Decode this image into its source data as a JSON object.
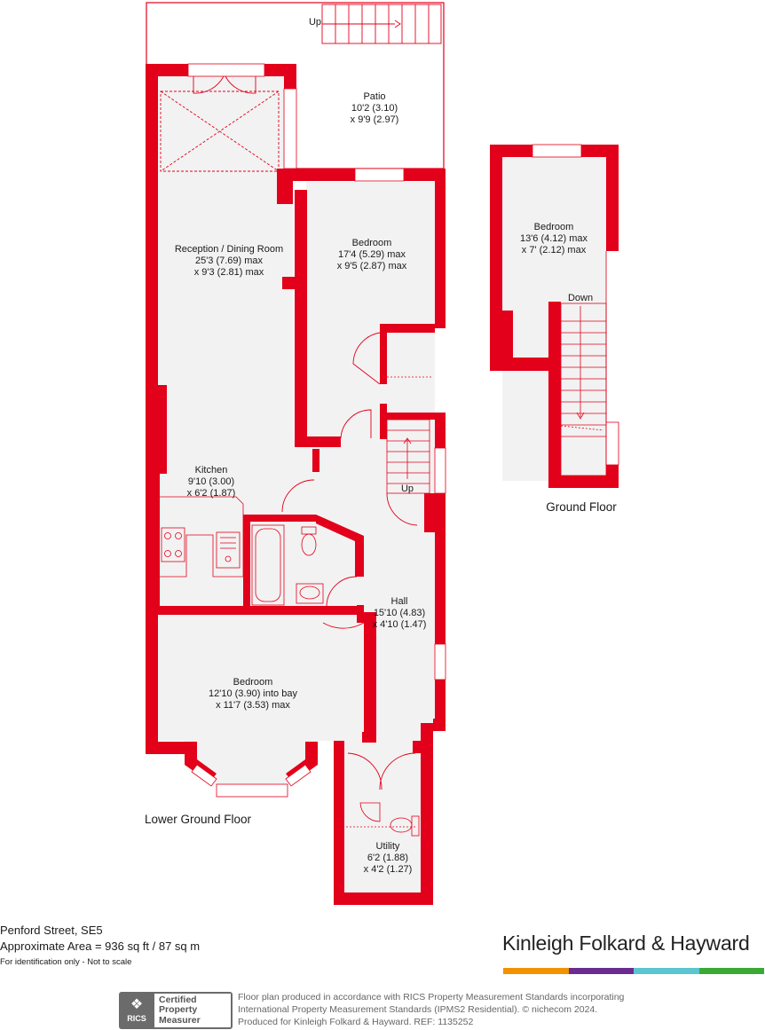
{
  "colors": {
    "wall": "#e2001a",
    "floor": "#f2f2f2",
    "fixture": "#e2001a"
  },
  "lower_ground": {
    "floor_label": "Lower Ground Floor",
    "patio": {
      "name": "Patio",
      "dim1": "10'2 (3.10)",
      "dim2": "x 9'9 (2.97)"
    },
    "reception": {
      "name": "Reception / Dining Room",
      "dim1": "25'3 (7.69) max",
      "dim2": "x 9'3 (2.81) max"
    },
    "bedroom_rear": {
      "name": "Bedroom",
      "dim1": "17'4 (5.29) max",
      "dim2": "x 9'5 (2.87) max"
    },
    "kitchen": {
      "name": "Kitchen",
      "dim1": "9'10 (3.00)",
      "dim2": "x 6'2 (1.87)"
    },
    "hall": {
      "name": "Hall",
      "dim1": "15'10 (4.83)",
      "dim2": "x 4'10 (1.47)"
    },
    "bedroom_front": {
      "name": "Bedroom",
      "dim1": "12'10 (3.90) into bay",
      "dim2": "x 11'7 (3.53) max"
    },
    "utility": {
      "name": "Utility",
      "dim1": "6'2 (1.88)",
      "dim2": "x 4'2 (1.27)"
    },
    "stair_up_patio": "Up",
    "stair_up_hall": "Up"
  },
  "ground": {
    "floor_label": "Ground Floor",
    "bedroom": {
      "name": "Bedroom",
      "dim1": "13'6 (4.12) max",
      "dim2": "x 7' (2.12) max"
    },
    "stair_down": "Down"
  },
  "footer": {
    "address": "Penford Street, SE5",
    "area": "Approximate Area = 936 sq ft / 87 sq m",
    "note": "For identification only - Not to scale",
    "brand": "Kinleigh Folkard & Hayward",
    "brand_colors": [
      "#f39200",
      "#6a2c91",
      "#5bc5d0",
      "#3aaa35"
    ],
    "rics_word": "RICS",
    "rics_badge": [
      "Certified",
      "Property",
      "Measurer"
    ],
    "disclaimer": [
      "Floor plan produced in accordance with RICS Property Measurement Standards incorporating",
      "International Property Measurement Standards (IPMS2 Residential).  © nichecom 2024.",
      "Produced for Kinleigh Folkard & Hayward.   REF: 1135252"
    ]
  }
}
